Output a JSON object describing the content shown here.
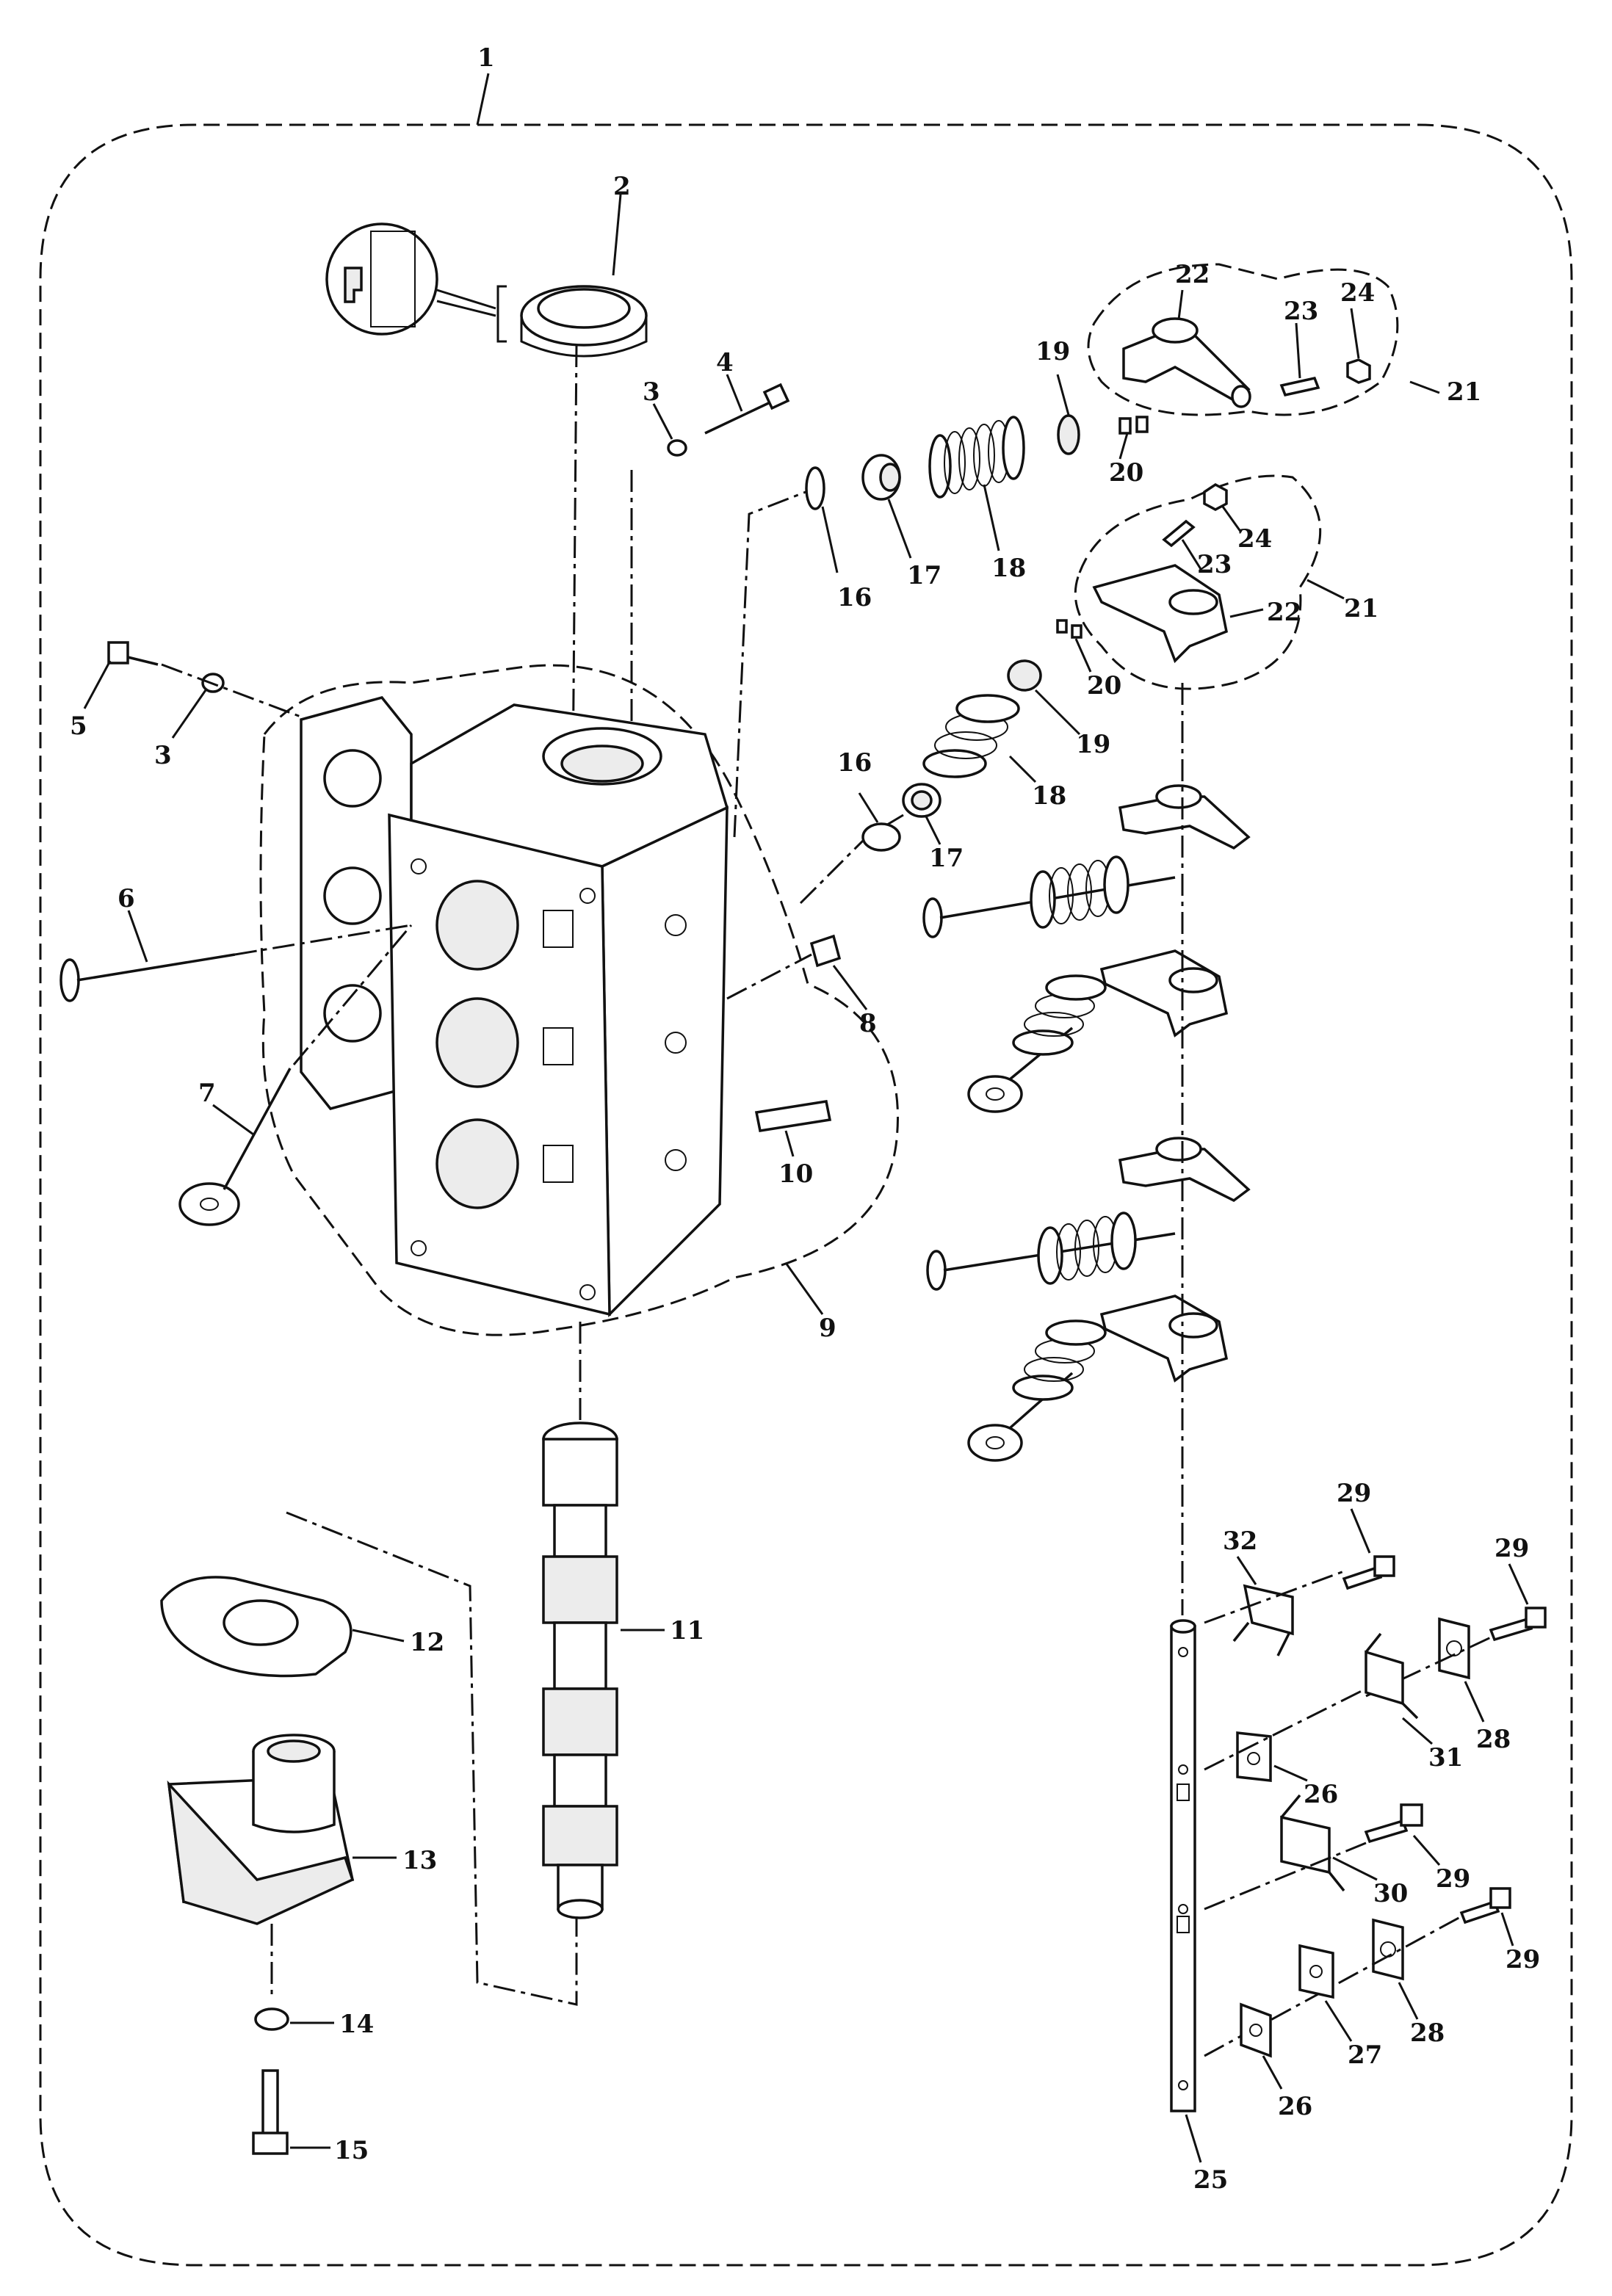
{
  "callouts": {
    "c1": "1",
    "c2": "2",
    "c3a": "3",
    "c3b": "3",
    "c4": "4",
    "c5": "5",
    "c6": "6",
    "c7": "7",
    "c8": "8",
    "c9": "9",
    "c10": "10",
    "c11": "11",
    "c12": "12",
    "c13": "13",
    "c14": "14",
    "c15": "15",
    "c16a": "16",
    "c16b": "16",
    "c17a": "17",
    "c17b": "17",
    "c18a": "18",
    "c18b": "18",
    "c19a": "19",
    "c19b": "19",
    "c20a": "20",
    "c20b": "20",
    "c21a": "21",
    "c21b": "21",
    "c22a": "22",
    "c22b": "22",
    "c23a": "23",
    "c23b": "23",
    "c24a": "24",
    "c24b": "24",
    "c25": "25",
    "c26a": "26",
    "c26b": "26",
    "c27": "27",
    "c28a": "28",
    "c28b": "28",
    "c29a": "29",
    "c29b": "29",
    "c29c": "29",
    "c29d": "29",
    "c30": "30",
    "c31": "31",
    "c32": "32"
  },
  "icons": {
    "seal_detail": "seal-orientation-detail-icon"
  }
}
